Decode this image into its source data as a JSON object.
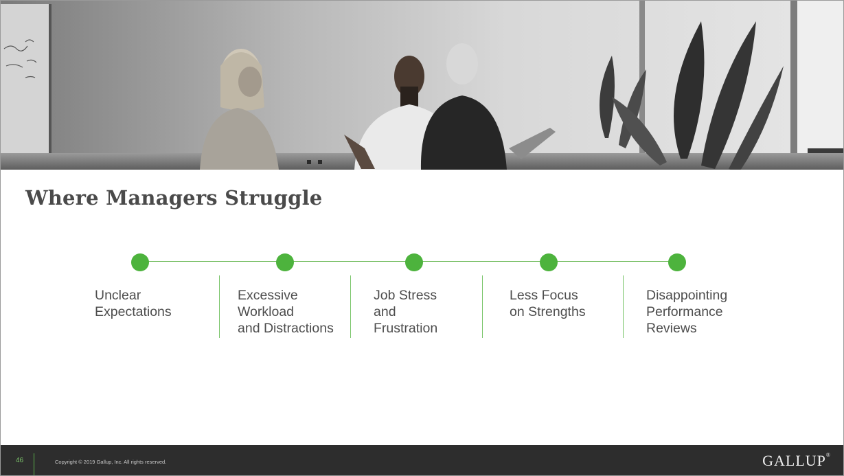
{
  "slide": {
    "title": "Where Managers Struggle"
  },
  "timeline": {
    "items": [
      {
        "lines": [
          "Unclear",
          "Expectations"
        ]
      },
      {
        "lines": [
          "Excessive",
          "Workload",
          "and Distractions"
        ]
      },
      {
        "lines": [
          "Job Stress",
          "and",
          "Frustration"
        ]
      },
      {
        "lines": [
          "Less Focus",
          "on Strengths"
        ]
      },
      {
        "lines": [
          "Disappointing",
          "Performance",
          "Reviews"
        ]
      }
    ]
  },
  "footer": {
    "page_number": "46",
    "copyright": "Copyright © 2019 Gallup, Inc. All rights reserved.",
    "logo": "GALLUP"
  },
  "colors": {
    "accent": "#4db33d",
    "footer_bg": "#2d2d2d",
    "title_text": "#4a4a4a"
  }
}
